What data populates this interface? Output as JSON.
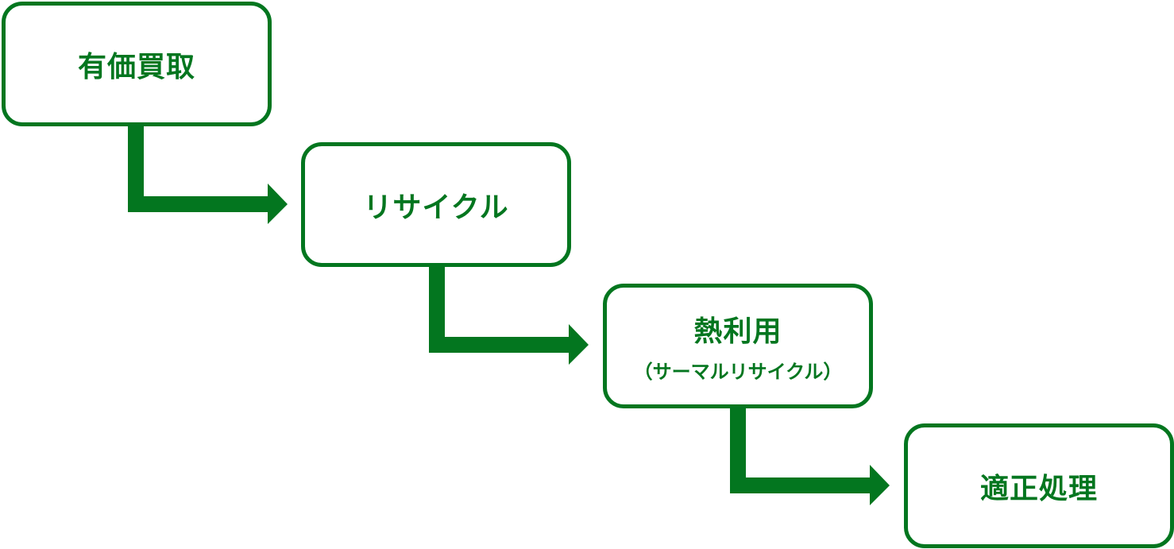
{
  "steps": [
    {
      "label": "有価買取"
    },
    {
      "label": "リサイクル"
    },
    {
      "label": "熱利用",
      "sublabel": "（サーマルリサイクル）"
    },
    {
      "label": "適正処理"
    }
  ],
  "colors": {
    "accent": "#03761f"
  }
}
